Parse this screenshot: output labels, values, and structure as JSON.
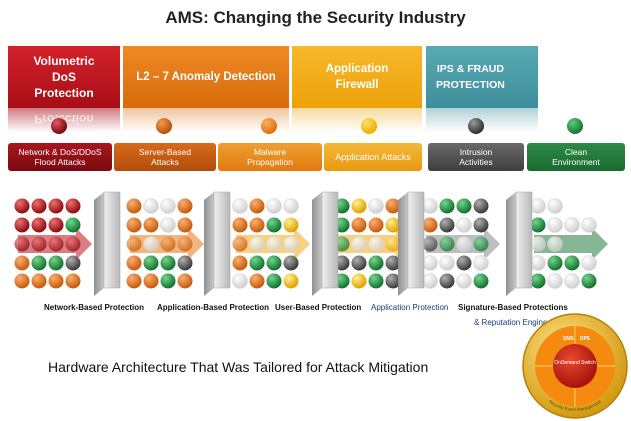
{
  "title": "AMS: Changing the Security Industry",
  "bands": [
    {
      "label": "Volumetric\nDoS\nProtection",
      "bg": "#c1121e",
      "reflect": "Protection"
    },
    {
      "label": "L2 – 7 Anomaly Detection",
      "bg": "#e47a14"
    },
    {
      "label": "Application\nFirewall",
      "bg": "#f2a915"
    },
    {
      "label": "IPS & FRAUD\nPROTECTION",
      "bg": "#4a9ca8"
    }
  ],
  "categories": [
    {
      "label": "Network & DoS/DDoS\nFlood Attacks",
      "bg": "#8c1018",
      "ball": "#7a0a10"
    },
    {
      "label": "Server-Based\nAttacks",
      "bg": "#c85a12",
      "ball": "#b8520c"
    },
    {
      "label": "Malware\nPropagation",
      "bg": "#e58a1a",
      "ball": "#e07010"
    },
    {
      "label": "Application Attacks",
      "bg": "#eea21c",
      "ball": "#f0b000"
    },
    {
      "label": "Intrusion\nActivities",
      "bg": "#555555",
      "ball": "#444444"
    },
    {
      "label": "Clean\nEnvironment",
      "bg": "#237a3a",
      "ball": "#1a7a34"
    }
  ],
  "protections": [
    {
      "label": "Network-Based Protection"
    },
    {
      "label": "Application-Based Protection"
    },
    {
      "label": "User-Based Protection"
    },
    {
      "label": "Application Protection"
    },
    {
      "label": "Signature-Based Protections"
    }
  ],
  "protection_subtitle": "& Reputation Engine",
  "footer": "Hardware Architecture That Was Tailored for Attack Mitigation",
  "badge": {
    "top_left": "SMS",
    "top_right": "DPE",
    "center": "OnDemand\nSwitch",
    "ring_text": "Security Event Management"
  }
}
